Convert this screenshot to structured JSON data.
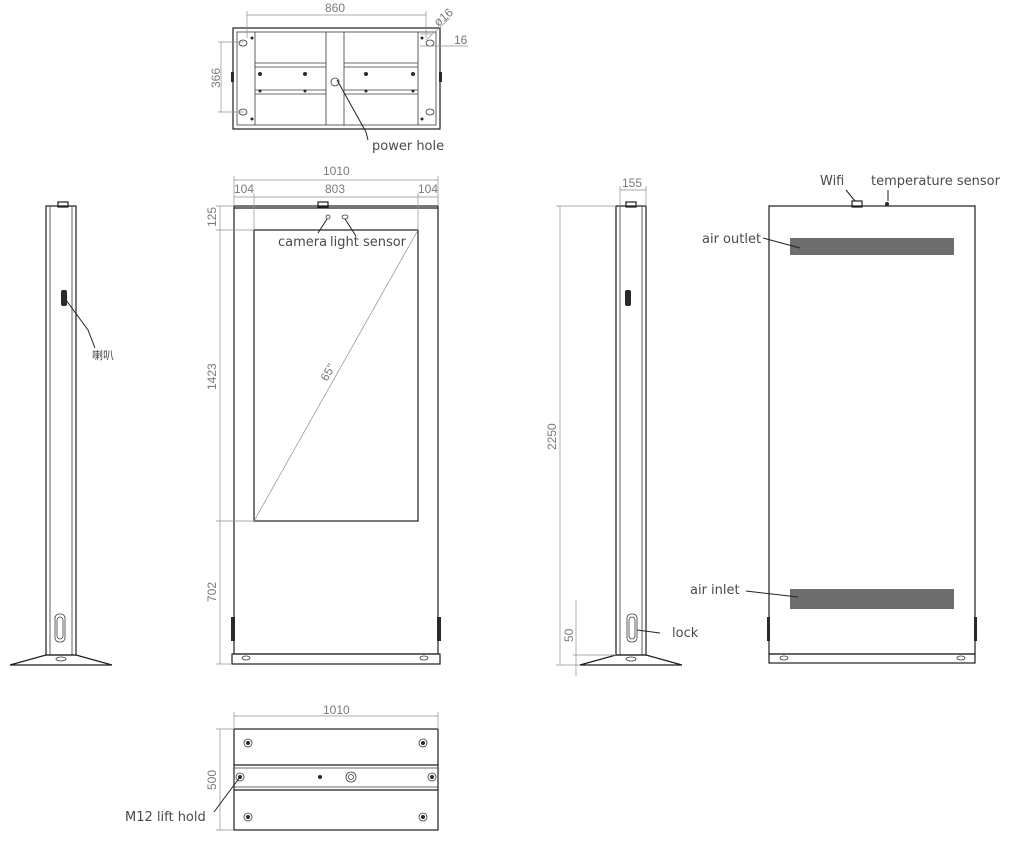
{
  "dimensions": {
    "top_width": "860",
    "top_height": "366",
    "hole_diameter": "ø16",
    "hole_offset": "16",
    "front_width": "1010",
    "front_margin_left": "104",
    "front_screen_width": "803",
    "front_margin_right": "104",
    "front_top": "125",
    "front_screen_height": "1423",
    "front_bottom": "702",
    "diagonal": "65\"",
    "side_depth": "155",
    "total_height": "2250",
    "lock_height": "50",
    "base_width": "1010",
    "base_depth": "500"
  },
  "labels": {
    "power_hole": "power hole",
    "camera": "camera",
    "light_sensor": "light sensor",
    "speaker": "喇叭",
    "wifi": "Wifi",
    "temperature_sensor": "temperature sensor",
    "air_outlet": "air outlet",
    "air_inlet": "air inlet",
    "lock": "lock",
    "lift_hold": "M12 lift hold"
  },
  "colors": {
    "line": "#1f1f1f",
    "dimension": "#8f8f8f",
    "label": "#4a4a4a"
  }
}
